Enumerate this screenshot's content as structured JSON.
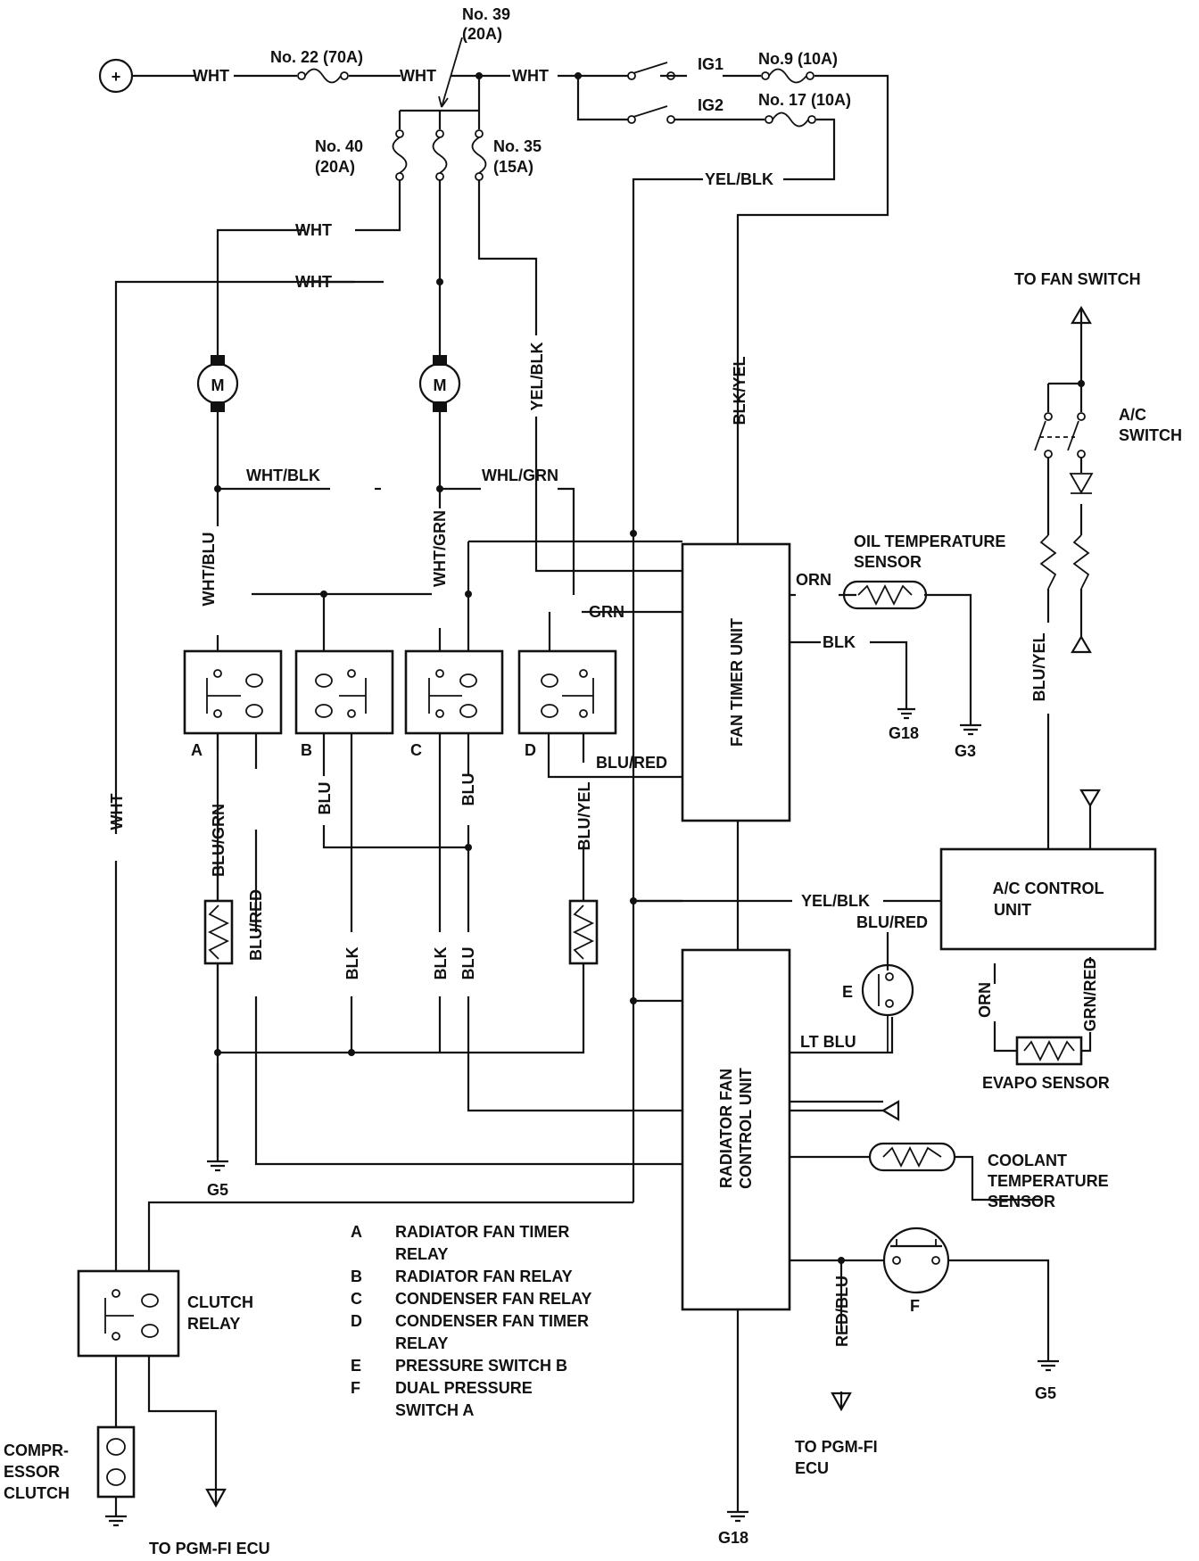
{
  "power": {
    "symbol": "+"
  },
  "fuses": {
    "f22": "No. 22 (70A)",
    "f39": [
      "No. 39",
      "(20A)"
    ],
    "f40": [
      "No. 40",
      "(20A)"
    ],
    "f35": [
      "No. 35",
      "(15A)"
    ],
    "f9": "No.9 (10A)",
    "f17": "No. 17 (10A)"
  },
  "switches": {
    "ig1": "IG1",
    "ig2": "IG2"
  },
  "motor_symbol": "M",
  "wires": {
    "wht": "WHT",
    "yel_blk": "YEL/BLK",
    "blk_yel": "BLK/YEL",
    "wht_blk": "WHT/BLK",
    "whl_grn": "WHL/GRN",
    "wht_blu": "WHT/BLU",
    "wht_grn": "WHT/GRN",
    "grn": "GRN",
    "orn": "ORN",
    "blk": "BLK",
    "blu_red": "BLU/RED",
    "blu_grn": "BLU/GRN",
    "blu": "BLU",
    "blu_yel": "BLU/YEL",
    "lt_blu": "LT BLU",
    "grn_red": "GRN/RED",
    "red_blu": "RED/BLU"
  },
  "components": {
    "fan_timer_unit": "FAN TIMER UNIT",
    "radiator_fan_control_unit": [
      "RADIATOR FAN",
      "CONTROL UNIT"
    ],
    "ac_control_unit": [
      "A/C CONTROL",
      "UNIT"
    ],
    "oil_temp_sensor": [
      "OIL TEMPERATURE",
      "SENSOR"
    ],
    "evapo_sensor": "EVAPO SENSOR",
    "coolant_sensor": [
      "COOLANT",
      "TEMPERATURE",
      "SENSOR"
    ],
    "to_fan_switch": "TO FAN SWITCH",
    "ac_switch": [
      "A/C",
      "SWITCH"
    ],
    "clutch_relay": [
      "CLUTCH",
      "RELAY"
    ],
    "compressor_clutch": [
      "COMPR-",
      "ESSOR",
      "CLUTCH"
    ],
    "to_pgm_fi_ecu_bottom": "TO PGM-FI ECU",
    "to_pgm_fi_ecu_right": [
      "TO PGM-FI",
      "ECU"
    ]
  },
  "relay_letters": {
    "a": "A",
    "b": "B",
    "c": "C",
    "d": "D",
    "e": "E",
    "f": "F"
  },
  "grounds": {
    "g18a": "G18",
    "g3": "G3",
    "g5a": "G5",
    "g5b": "G5",
    "g18b": "G18"
  },
  "legend": [
    {
      "key": "A",
      "text": [
        "RADIATOR FAN TIMER",
        "RELAY"
      ]
    },
    {
      "key": "B",
      "text": [
        "RADIATOR FAN RELAY"
      ]
    },
    {
      "key": "C",
      "text": [
        "CONDENSER FAN RELAY"
      ]
    },
    {
      "key": "D",
      "text": [
        "CONDENSER FAN TIMER",
        "RELAY"
      ]
    },
    {
      "key": "E",
      "text": [
        "PRESSURE SWITCH B"
      ]
    },
    {
      "key": "F",
      "text": [
        "DUAL PRESSURE",
        "SWITCH A"
      ]
    }
  ]
}
